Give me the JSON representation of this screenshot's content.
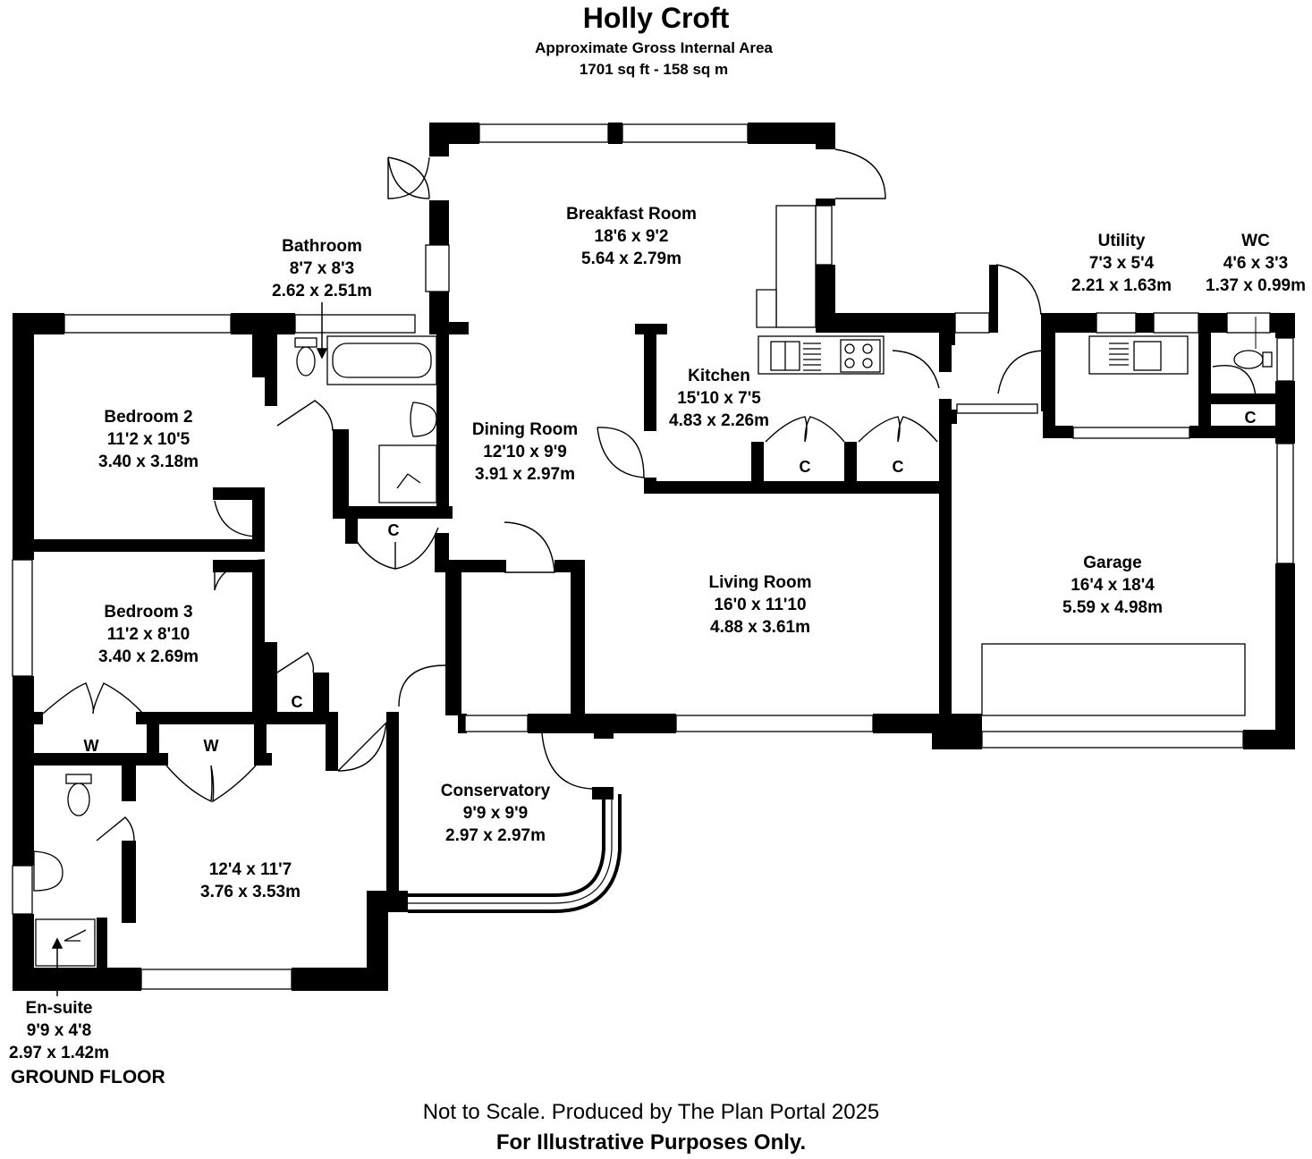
{
  "header": {
    "title": "Holly Croft",
    "subtitle": "Approximate Gross Internal Area",
    "area": "1701 sq ft - 158 sq m"
  },
  "rooms": {
    "breakfast": {
      "name": "Breakfast Room",
      "imperial": "18'6 x 9'2",
      "metric": "5.64 x 2.79m"
    },
    "bathroom": {
      "name": "Bathroom",
      "imperial": "8'7 x 8'3",
      "metric": "2.62 x 2.51m"
    },
    "utility": {
      "name": "Utility",
      "imperial": "7'3 x 5'4",
      "metric": "2.21 x 1.63m"
    },
    "wc": {
      "name": "WC",
      "imperial": "4'6 x 3'3",
      "metric": "1.37 x 0.99m"
    },
    "kitchen": {
      "name": "Kitchen",
      "imperial": "15'10 x 7'5",
      "metric": "4.83 x 2.26m"
    },
    "bedroom2": {
      "name": "Bedroom 2",
      "imperial": "11'2 x 10'5",
      "metric": "3.40 x 3.18m"
    },
    "dining": {
      "name": "Dining Room",
      "imperial": "12'10 x 9'9",
      "metric": "3.91 x 2.97m"
    },
    "garage": {
      "name": "Garage",
      "imperial": "16'4 x 18'4",
      "metric": "5.59 x 4.98m"
    },
    "living": {
      "name": "Living Room",
      "imperial": "16'0 x 11'10",
      "metric": "4.88 x 3.61m"
    },
    "bedroom3": {
      "name": "Bedroom 3",
      "imperial": "11'2 x 8'10",
      "metric": "3.40 x 2.69m"
    },
    "conservatory": {
      "name": "Conservatory",
      "imperial": "9'9 x 9'9",
      "metric": "2.97 x 2.97m"
    },
    "bedroom1": {
      "imperial": "12'4 x 11'7",
      "metric": "3.76 x 3.53m"
    },
    "ensuite": {
      "name": "En-suite",
      "imperial": "9'9 x 4'8",
      "metric": "2.97 x 1.42m"
    }
  },
  "fixtures": {
    "cupboard": "C",
    "wardrobe": "W"
  },
  "floor_label": "GROUND FLOOR",
  "footer": {
    "line1": "Not to Scale. Produced by The Plan Portal 2025",
    "line2": "For Illustrative Purposes Only."
  }
}
